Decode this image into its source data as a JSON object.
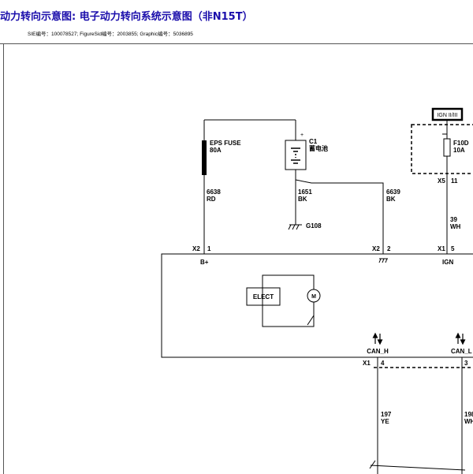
{
  "header": {
    "title": "动力转向示意图: 电子动力转向系统示意图（非N15T）",
    "meta": "SIE编号：100078527;  FigureSid编号：2003855;  Graphic编号：5036895"
  },
  "diagram": {
    "ign_label": "IGN II/III",
    "fuse_eps": {
      "name": "EPS FUSE",
      "rating": "80A"
    },
    "battery": {
      "ref": "C1",
      "name": "蓄电池",
      "plus": "+"
    },
    "fuse_ign": {
      "name": "F10D",
      "rating": "10A"
    },
    "wire_6638": {
      "num": "6638",
      "color": "RD"
    },
    "wire_1651": {
      "num": "1651",
      "color": "BK"
    },
    "wire_6639": {
      "num": "6639",
      "color": "BK"
    },
    "wire_39": {
      "num": "39",
      "color": "WH"
    },
    "wire_197": {
      "num": "197",
      "color": "YE"
    },
    "wire_198": {
      "num": "198",
      "color": "WH"
    },
    "ground": "G108",
    "x5": {
      "conn": "X5",
      "pin": "11"
    },
    "x2_1": {
      "conn": "X2",
      "pin": "1"
    },
    "x2_2": {
      "conn": "X2",
      "pin": "2"
    },
    "x1_5": {
      "conn": "X1",
      "pin": "5"
    },
    "x1_4": {
      "conn": "X1",
      "pin": "4"
    },
    "x1_3": {
      "pin": "3"
    },
    "pin_bplus": "B+",
    "pin_ign": "IGN",
    "elect": "ELECT",
    "motor": "M",
    "can_h": "CAN_H",
    "can_l": "CAN_L"
  }
}
